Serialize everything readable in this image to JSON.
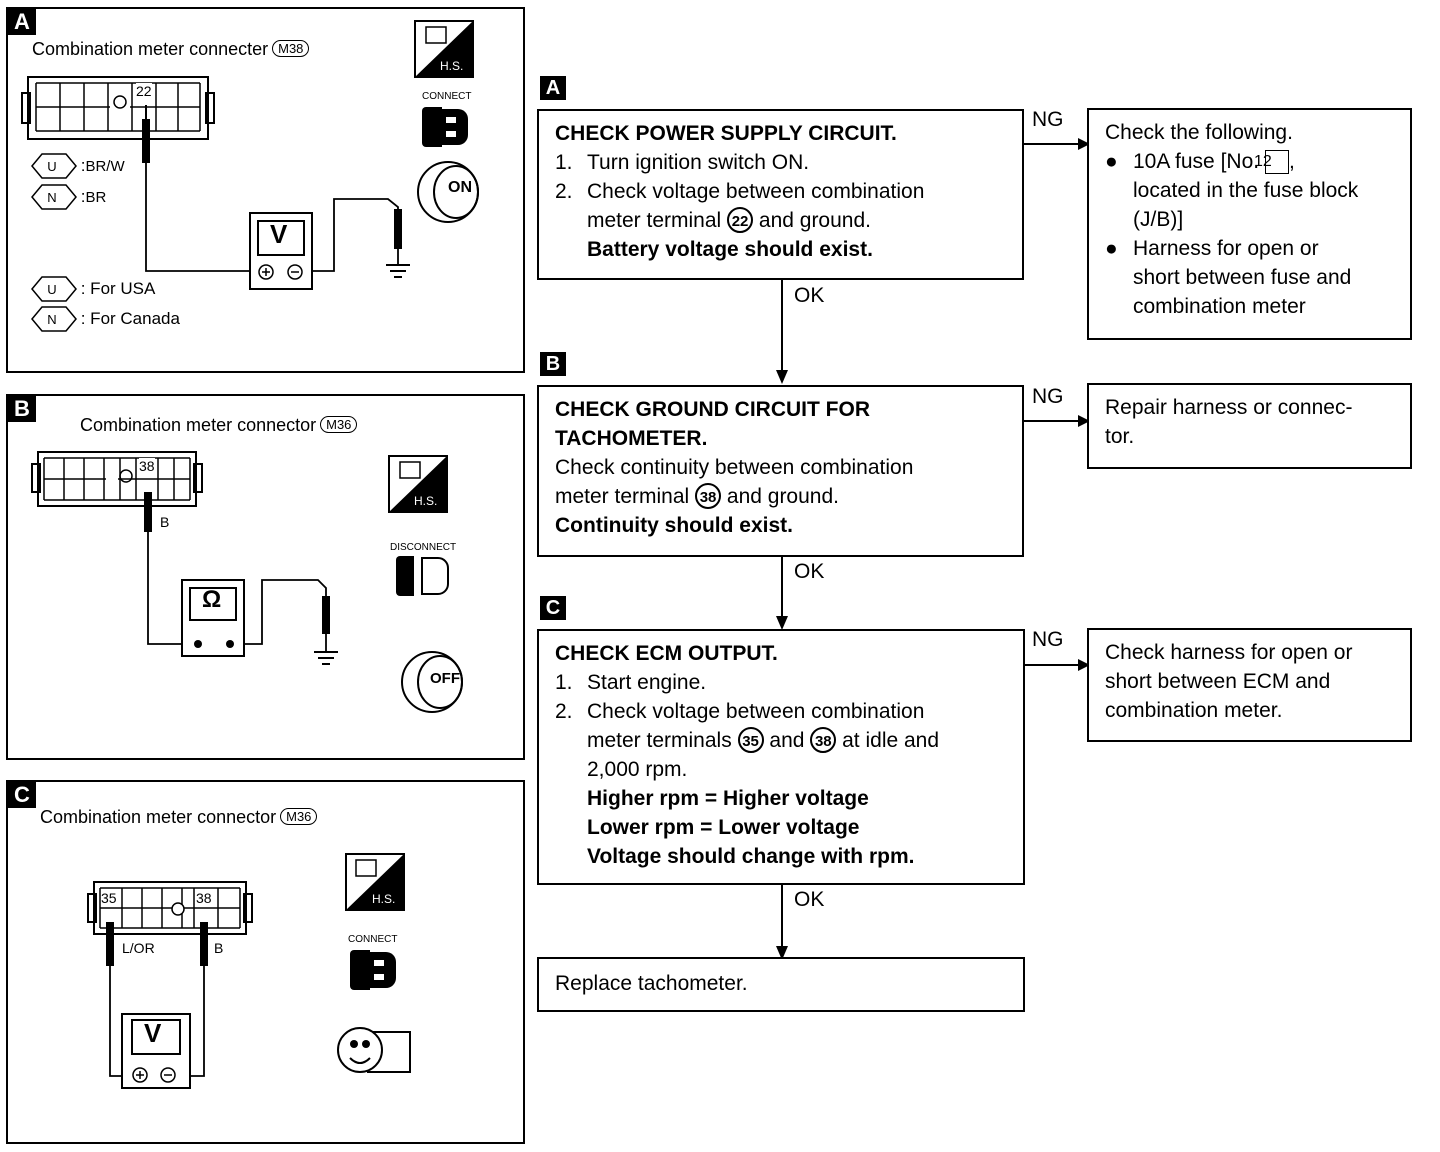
{
  "panels": [
    {
      "letter": "A",
      "title": "Combination meter connecter",
      "connector": "M38",
      "terminal": "22",
      "wire_usa": "BR/W",
      "wire_canada": "BR",
      "meter": "V",
      "legend_u": "U",
      "legend_n": "N",
      "legend_usa": ": For USA",
      "legend_canada": ": For Canada",
      "conn_label": "CONNECT",
      "key_label": "ON",
      "hs_label": "H.S."
    },
    {
      "letter": "B",
      "title": "Combination meter connector",
      "connector": "M36",
      "terminal": "38",
      "wire": "B",
      "meter": "Ω",
      "conn_label": "DISCONNECT",
      "key_label": "OFF",
      "hs_label": "H.S."
    },
    {
      "letter": "C",
      "title": "Combination meter connector",
      "connector": "M36",
      "terminal_left": "35",
      "terminal_right": "38",
      "wire_left": "L/OR",
      "wire_right": "B",
      "meter": "V",
      "conn_label": "CONNECT",
      "hs_label": "H.S."
    }
  ],
  "flow": {
    "step_a": {
      "letter": "A",
      "title": "CHECK POWER SUPPLY CIRCUIT.",
      "item1_num": "1.",
      "item1": "Turn ignition switch ON.",
      "item2_num": "2.",
      "item2a": "Check voltage between combination",
      "item2b_pre": "meter terminal",
      "item2b_term": "22",
      "item2b_post": "and ground.",
      "result": "Battery voltage should exist."
    },
    "step_b": {
      "letter": "B",
      "title1": "CHECK GROUND CIRCUIT FOR",
      "title2": "TACHOMETER.",
      "line1": "Check continuity between combination",
      "line2_pre": "meter terminal",
      "line2_term": "38",
      "line2_post": "and ground.",
      "result": "Continuity should exist."
    },
    "step_c": {
      "letter": "C",
      "title": "CHECK ECM OUTPUT.",
      "item1_num": "1.",
      "item1": "Start engine.",
      "item2_num": "2.",
      "item2a": "Check voltage between combination",
      "item2b_pre": "meter terminals",
      "item2b_t1": "35",
      "item2b_and": "and",
      "item2b_t2": "38",
      "item2b_post": "at idle and",
      "item2c": "2,000 rpm.",
      "r1": "Higher rpm = Higher voltage",
      "r2": "Lower rpm = Lower voltage",
      "r3": "Voltage should change with rpm."
    },
    "final": "Replace tachometer.",
    "ng_a": {
      "title": "Check the following.",
      "b1_pre": "10A fuse [No.",
      "b1_num": "12",
      "b1_post": ",",
      "b1_line2": "located in the fuse block",
      "b1_line3": "(J/B)]",
      "b2_line1": "Harness for open or",
      "b2_line2": "short between fuse and",
      "b2_line3": "combination meter"
    },
    "ng_b": {
      "line1": "Repair harness or connec-",
      "line2": "tor."
    },
    "ng_c": {
      "line1": "Check harness for open or",
      "line2": "short between ECM and",
      "line3": "combination meter."
    },
    "ng_label": "NG",
    "ok_label": "OK"
  }
}
